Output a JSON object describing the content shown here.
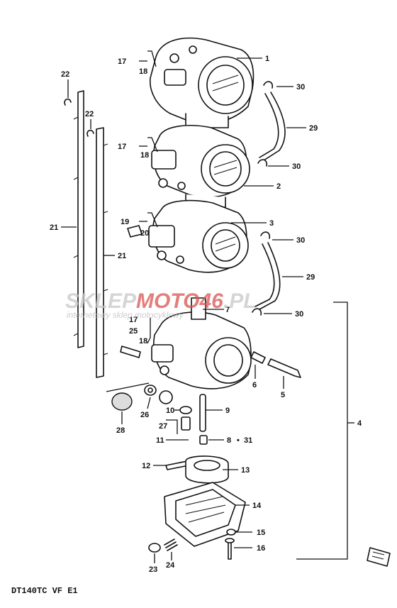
{
  "callouts": {
    "c1": "1",
    "c2": "2",
    "c3": "3",
    "c4": "4",
    "c5": "5",
    "c6": "6",
    "c7": "7",
    "c8": "8",
    "c31": "31",
    "c9": "9",
    "c10": "10",
    "c11": "11",
    "c12": "12",
    "c13": "13",
    "c14": "14",
    "c15": "15",
    "c16": "16",
    "c17a": "17",
    "c18a": "18",
    "c17b": "17",
    "c18b": "18",
    "c17c": "17",
    "c18c": "18",
    "c19": "19",
    "c20": "20",
    "c21a": "21",
    "c21b": "21",
    "c22a": "22",
    "c22b": "22",
    "c23": "23",
    "c24": "24",
    "c25": "25",
    "c26": "26",
    "c27": "27",
    "c28": "28",
    "c29a": "29",
    "c29b": "29",
    "c30a": "30",
    "c30b": "30",
    "c30c": "30",
    "c30d": "30"
  },
  "watermark": {
    "brand_left": "SKLEP",
    "brand_mid": "MOTO",
    "brand_right": "46",
    "brand_tld": ".PL",
    "tagline": "internetowy sklep motocyklowy"
  },
  "footer": {
    "model_code": "DT140TC VF E1"
  },
  "colors": {
    "watermark_grey": "#c8c8c8",
    "watermark_red": "#d9534f"
  }
}
